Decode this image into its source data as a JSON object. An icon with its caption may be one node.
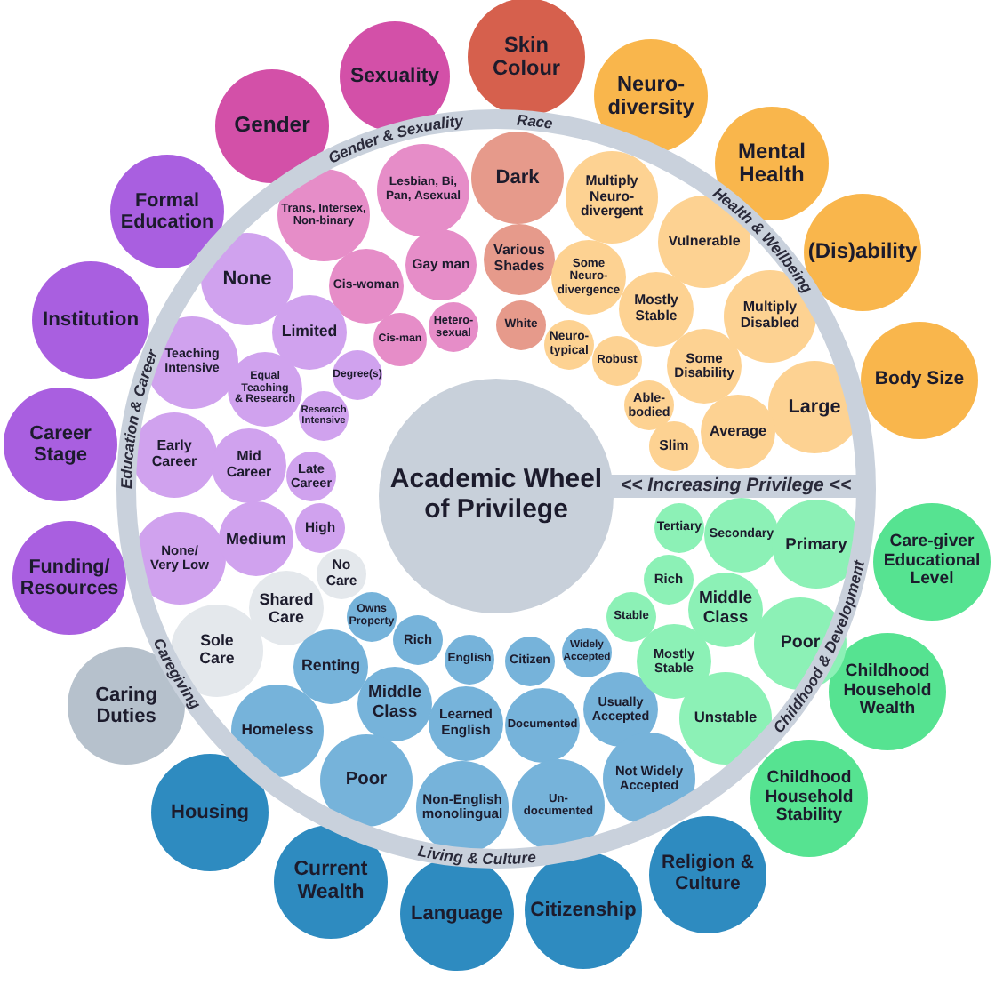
{
  "diagram": {
    "nodes": [
      {
        "text": [
          "Academic Wheel of Privilege"
        ]
      },
      {
        "text": [
          "Gender"
        ]
      },
      {
        "text": [
          "Sexuality"
        ]
      },
      {
        "text": [
          "Skin Colour"
        ]
      },
      {
        "text": [
          "Neuro-diversity"
        ]
      },
      {
        "text": [
          "Mental Health"
        ]
      },
      {
        "text": [
          "(Dis)ability"
        ]
      },
      {
        "text": [
          "Body Size"
        ]
      },
      {
        "text": [
          "Care-giver Educational Level"
        ]
      },
      {
        "text": [
          "Childhood Household Wealth"
        ]
      },
      {
        "text": [
          "Childhood Household Stability"
        ]
      },
      {
        "text": [
          "Religion & Culture"
        ]
      },
      {
        "text": [
          "Citizenship"
        ]
      },
      {
        "text": [
          "Language"
        ]
      },
      {
        "text": [
          "Current Wealth"
        ]
      },
      {
        "text": [
          "Housing"
        ]
      },
      {
        "text": [
          "Caring Duties"
        ]
      },
      {
        "text": [
          "Funding/ Resources"
        ]
      },
      {
        "text": [
          "Career Stage"
        ]
      },
      {
        "text": [
          "Institution"
        ]
      },
      {
        "text": [
          "Formal Education"
        ]
      },
      {
        "text": [
          "Trans, Intersex, Non-binary"
        ]
      },
      {
        "text": [
          "Lesbian, Bi, Pan, Asexual"
        ]
      },
      {
        "text": [
          "Cis-woman"
        ]
      },
      {
        "text": [
          "Gay man"
        ]
      },
      {
        "text": [
          "Cis-man"
        ]
      },
      {
        "text": [
          "Hetero-sexual"
        ]
      },
      {
        "text": [
          "Dark"
        ]
      },
      {
        "text": [
          "Various Shades"
        ]
      },
      {
        "text": [
          "White"
        ]
      },
      {
        "text": [
          "Multiply Neuro-divergent"
        ]
      },
      {
        "text": [
          "Vulnerable"
        ]
      },
      {
        "text": [
          "Some Neuro-divergence"
        ]
      },
      {
        "text": [
          "Mostly Stable"
        ]
      },
      {
        "text": [
          "Multiply Disabled"
        ]
      },
      {
        "text": [
          "Neuro-typical"
        ]
      },
      {
        "text": [
          "Robust"
        ]
      },
      {
        "text": [
          "Some Disability"
        ]
      },
      {
        "text": [
          "Able-bodied"
        ]
      },
      {
        "text": [
          "Large"
        ]
      },
      {
        "text": [
          "Average"
        ]
      },
      {
        "text": [
          "Slim"
        ]
      },
      {
        "text": [
          "None"
        ]
      },
      {
        "text": [
          "Limited"
        ]
      },
      {
        "text": [
          "Degree(s)"
        ]
      },
      {
        "text": [
          "Teaching Intensive"
        ]
      },
      {
        "text": [
          "Equal Teaching & Research"
        ]
      },
      {
        "text": [
          "Research Intensive"
        ]
      },
      {
        "text": [
          "Early Career"
        ]
      },
      {
        "text": [
          "Mid Career"
        ]
      },
      {
        "text": [
          "Late Career"
        ]
      },
      {
        "text": [
          "None/ Very Low"
        ]
      },
      {
        "text": [
          "Medium"
        ]
      },
      {
        "text": [
          "High"
        ]
      },
      {
        "text": [
          "No Care"
        ]
      },
      {
        "text": [
          "Shared Care"
        ]
      },
      {
        "text": [
          "Sole Care"
        ]
      },
      {
        "text": [
          "Owns Property"
        ]
      },
      {
        "text": [
          "Rich"
        ]
      },
      {
        "text": [
          "English"
        ]
      },
      {
        "text": [
          "Citizen"
        ]
      },
      {
        "text": [
          "Widely Accepted"
        ]
      },
      {
        "text": [
          "Renting"
        ]
      },
      {
        "text": [
          "Middle Class"
        ]
      },
      {
        "text": [
          "Learned English"
        ]
      },
      {
        "text": [
          "Documented"
        ]
      },
      {
        "text": [
          "Usually Accepted"
        ]
      },
      {
        "text": [
          "Homeless"
        ]
      },
      {
        "text": [
          "Poor"
        ]
      },
      {
        "text": [
          "Non-English monolingual"
        ]
      },
      {
        "text": [
          "Un-documented"
        ]
      },
      {
        "text": [
          "Not Widely Accepted"
        ]
      },
      {
        "text": [
          "Tertiary"
        ]
      },
      {
        "text": [
          "Secondary"
        ]
      },
      {
        "text": [
          "Primary"
        ]
      },
      {
        "text": [
          "Rich"
        ]
      },
      {
        "text": [
          "Stable"
        ]
      },
      {
        "text": [
          "Middle Class"
        ]
      },
      {
        "text": [
          "Poor"
        ]
      },
      {
        "text": [
          "Mostly Stable"
        ]
      },
      {
        "text": [
          "Unstable"
        ]
      }
    ],
    "labels": [
      "Race",
      "Gender & Sexuality",
      "Health & Wellbeing",
      "Education & Career",
      "<< Increasing Privilege <<",
      "Childhood & Development",
      "Caregiving",
      "Living & Culture"
    ]
  }
}
